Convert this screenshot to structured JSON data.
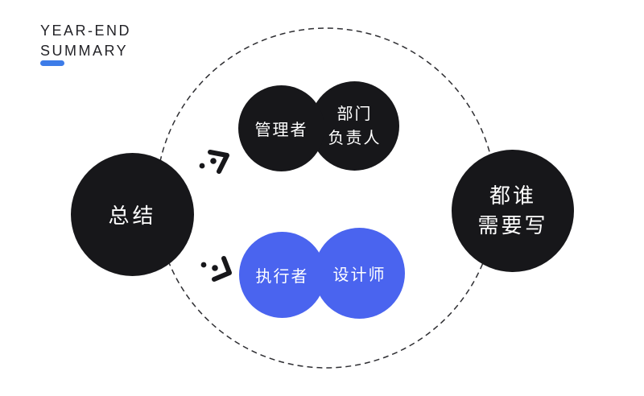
{
  "header": {
    "title_line1": "YEAR-END",
    "title_line2": "SUMMARY"
  },
  "colors": {
    "circle_black": "#17171a",
    "circle_blue": "#4a64ef",
    "underline_blue": "#3d7ce8",
    "dash_stroke": "#2e2e32",
    "title_text": "#232328",
    "circle_text": "#ffffff"
  },
  "diagram": {
    "left_circle": {
      "label": "总结"
    },
    "right_circle": {
      "line1": "都谁",
      "line2": "需要写"
    },
    "top_group": {
      "circle_left": {
        "label": "管理者"
      },
      "circle_right": {
        "line1": "部门",
        "line2": "负责人"
      }
    },
    "bottom_group": {
      "circle_left": {
        "label": "执行者"
      },
      "circle_right": {
        "label": "设计师"
      }
    }
  }
}
